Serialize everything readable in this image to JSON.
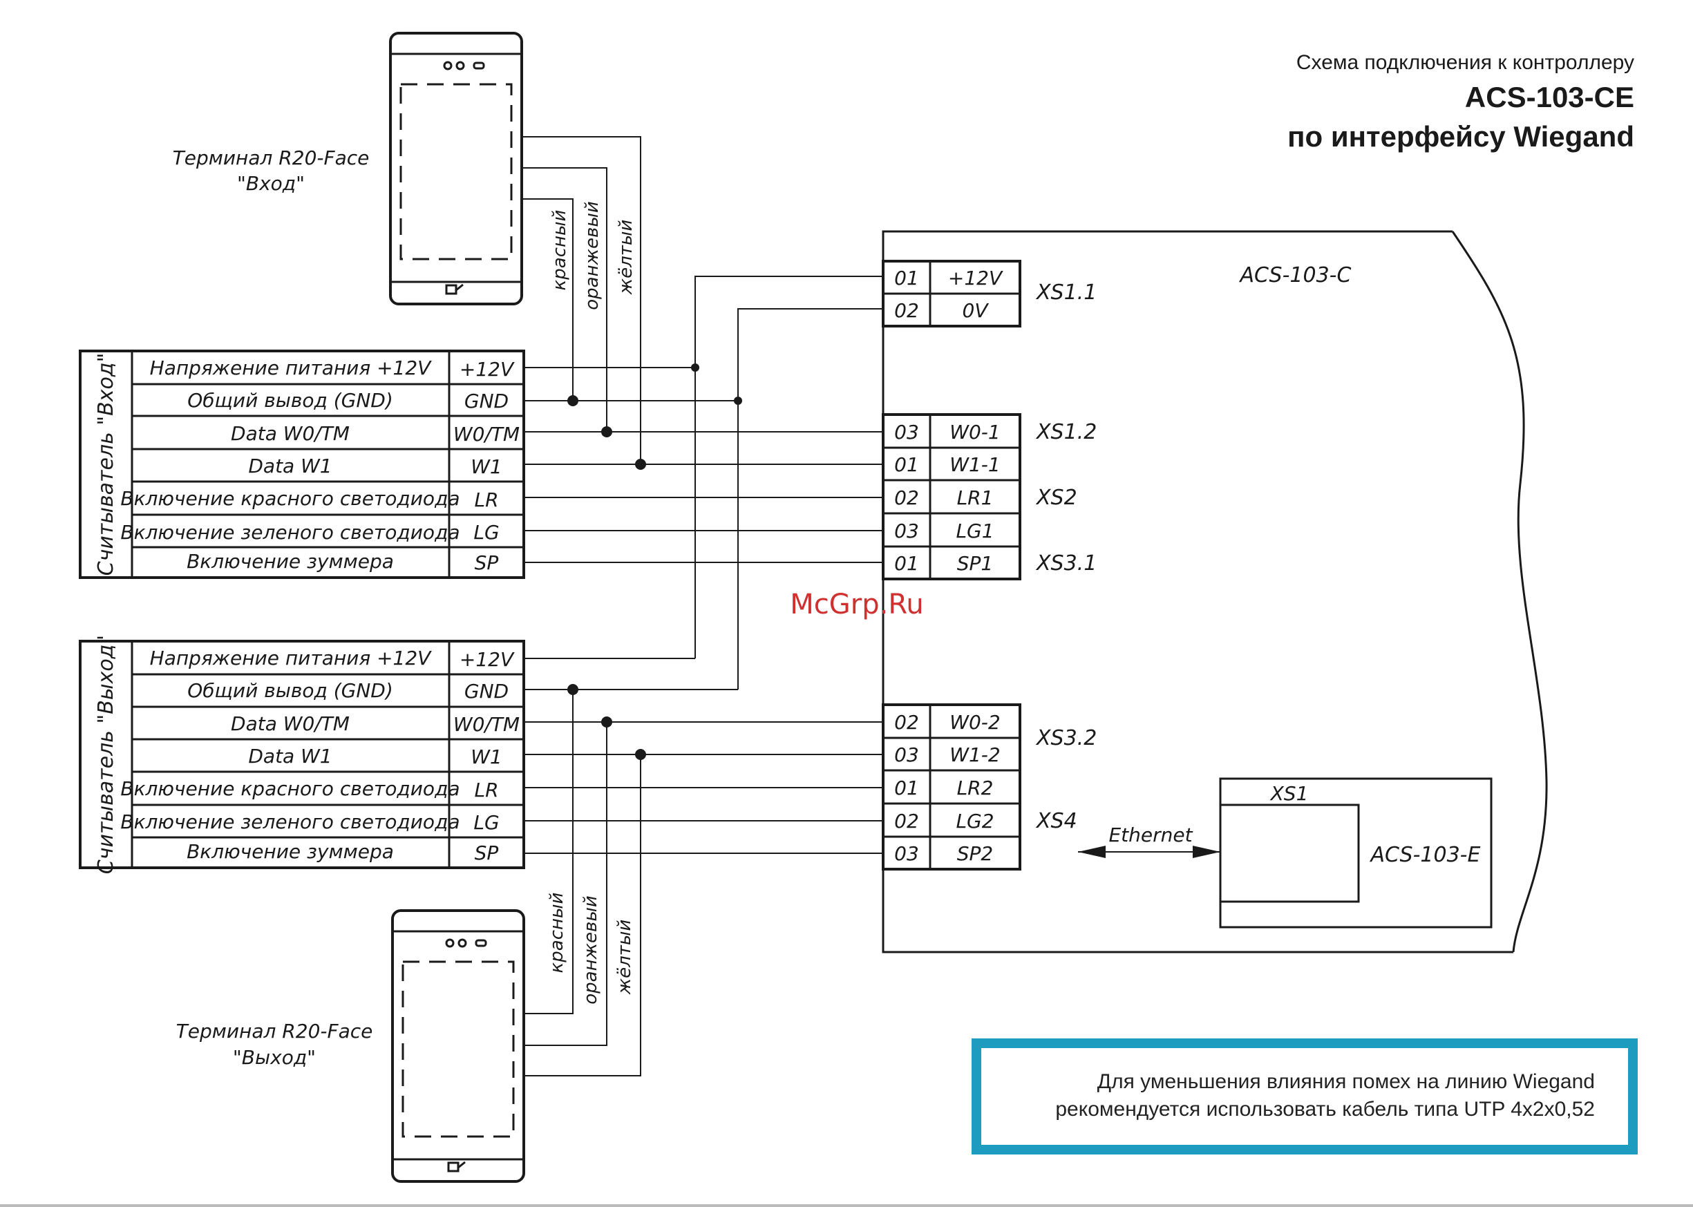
{
  "title": {
    "line1": "Схема подключения к контроллеру",
    "line2": "ACS-103-CE",
    "line3": "по интерфейсу Wiegand"
  },
  "watermark": "McGrp.Ru",
  "terminals": {
    "entry": {
      "name": "Терминал R20-Face",
      "label": "\"Вход\""
    },
    "exit": {
      "name": "Терминал R20-Face",
      "label": "\"Выход\""
    }
  },
  "wire_colors": [
    "красный",
    "оранжевый",
    "жёлтый"
  ],
  "readers": {
    "entry": {
      "title": "Считыватель \"Вход\"",
      "rows": [
        {
          "desc": "Напряжение питания +12V",
          "pin": "+12V"
        },
        {
          "desc": "Общий вывод (GND)",
          "pin": "GND"
        },
        {
          "desc": "Data W0/TM",
          "pin": "W0/TM"
        },
        {
          "desc": "Data W1",
          "pin": "W1"
        },
        {
          "desc": "Включение красного светодиода",
          "pin": "LR"
        },
        {
          "desc": "Включение зеленого светодиода",
          "pin": "LG"
        },
        {
          "desc": "Включение зуммера",
          "pin": "SP"
        }
      ]
    },
    "exit": {
      "title": "Считыватель \"Выход\"",
      "rows": [
        {
          "desc": "Напряжение питания +12V",
          "pin": "+12V"
        },
        {
          "desc": "Общий вывод (GND)",
          "pin": "GND"
        },
        {
          "desc": "Data W0/TM",
          "pin": "W0/TM"
        },
        {
          "desc": "Data W1",
          "pin": "W1"
        },
        {
          "desc": "Включение красного светодиода",
          "pin": "LR"
        },
        {
          "desc": "Включение зеленого светодиода",
          "pin": "LG"
        },
        {
          "desc": "Включение зуммера",
          "pin": "SP"
        }
      ]
    }
  },
  "controller": {
    "name": "ACS-103-C",
    "terminals": [
      {
        "num": "01",
        "sig": "+12V"
      },
      {
        "num": "02",
        "sig": "0V"
      },
      {
        "num": "03",
        "sig": "W0-1"
      },
      {
        "num": "01",
        "sig": "W1-1"
      },
      {
        "num": "02",
        "sig": "LR1"
      },
      {
        "num": "03",
        "sig": "LG1"
      },
      {
        "num": "01",
        "sig": "SP1"
      },
      {
        "num": "02",
        "sig": "W0-2"
      },
      {
        "num": "03",
        "sig": "W1-2"
      },
      {
        "num": "01",
        "sig": "LR2"
      },
      {
        "num": "02",
        "sig": "LG2"
      },
      {
        "num": "03",
        "sig": "SP2"
      }
    ],
    "connectors": [
      "XS1.1",
      "XS1.2",
      "XS2",
      "XS3.1",
      "XS3.2",
      "XS4"
    ],
    "module": {
      "connector": "XS1",
      "name": "ACS-103-E"
    },
    "link": "Ethernet"
  },
  "note": {
    "line1": "Для уменьшения влияния помех на линию Wiegand",
    "line2": "рекомендуется использовать кабель типа UTP 4x2x0,52"
  },
  "colors": {
    "ink": "#1a1a1a",
    "frame": "#1e9cbf",
    "watermark": "#d03030"
  }
}
